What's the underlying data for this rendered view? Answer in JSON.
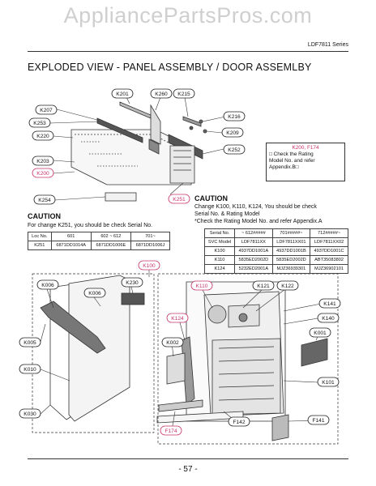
{
  "header": {
    "watermark": "AppliancePartsPros.com",
    "series": "LDF7811 Series",
    "title": "EXPLODED VIEW - PANEL ASSEMBLY / DOOR ASSEMLBY"
  },
  "colors": {
    "highlight": "#c8326a",
    "line": "#333333"
  },
  "note_box": {
    "title": "K200, F174",
    "lines": [
      "□ Check the Rating",
      "Model No. and refer",
      "Appendix.B□"
    ]
  },
  "caution_left": {
    "heading": "CAUTION",
    "text": "For change K251, you should be check Serial No.",
    "table": {
      "header": [
        "Loc No.",
        "601",
        "602 ~ 612",
        "701~"
      ],
      "rows": [
        [
          "K251",
          "6871DD1014A",
          "6871DD1006E",
          "6871DD1006J"
        ]
      ]
    }
  },
  "caution_right": {
    "heading": "CAUTION",
    "line1": "Change K100, K110, K124, You should be check",
    "line2": "Serial No. & Rating Model",
    "line3": "*Check the Rating Model No. and refer Appendix.A",
    "table": {
      "header": [
        "Serial No.",
        "~ 612#####",
        "701#####~",
        "712#####~"
      ],
      "rows": [
        [
          "SVC Model",
          "LDF7811XX",
          "LDF7811XX01",
          "LDF7811XX02"
        ],
        [
          "K100",
          "4937DD1001A",
          "4937DD1001B",
          "4937DD1001C"
        ],
        [
          "K110",
          "5835ED2002D",
          "5835ED2002D",
          "ABT35083802"
        ],
        [
          "K124",
          "5232ED2001A",
          "MJZ36939301",
          "MJZ36902101"
        ]
      ]
    }
  },
  "labels": {
    "k201": "K201",
    "k260": "K260",
    "k215": "K215",
    "k207": "K207",
    "k216": "K216",
    "k253": "K253",
    "k209": "K209",
    "k220": "K220",
    "k252": "K252",
    "k203": "K203",
    "k200": "K200",
    "k251": "K251",
    "k254": "K254",
    "k100": "K100",
    "k006a": "K006",
    "k006b": "K006",
    "k230": "K230",
    "k005": "K005",
    "k010": "K010",
    "k030": "K030",
    "k110": "K110",
    "k121": "K121",
    "k122": "K122",
    "k141": "K141",
    "k124": "K124",
    "k140": "K140",
    "k001": "K001",
    "k002": "K002",
    "k101": "K101",
    "f142": "F142",
    "f141": "F141",
    "f174": "F174"
  },
  "footer": {
    "page": "- 57 -"
  }
}
